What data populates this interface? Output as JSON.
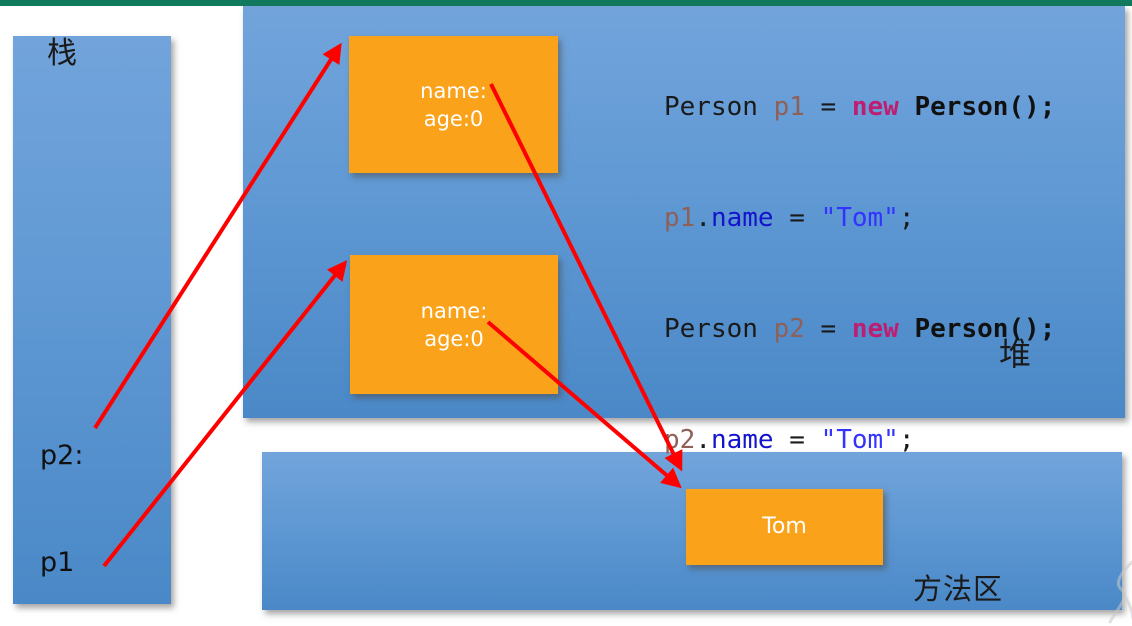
{
  "stack": {
    "label": "栈",
    "vars": [
      {
        "label": "p2:"
      },
      {
        "label": "p1"
      }
    ]
  },
  "heap": {
    "label": "堆"
  },
  "method_area": {
    "label": "方法区"
  },
  "objects": {
    "person1": {
      "name_line": "name:",
      "age_line": "age:0"
    },
    "person2": {
      "name_line": "name:",
      "age_line": "age:0"
    },
    "string_constant": {
      "value": "Tom"
    }
  },
  "code": {
    "lines": [
      {
        "tokens": [
          {
            "text": "Person "
          },
          {
            "text": "p1"
          },
          {
            "text": " = "
          },
          {
            "text": "new"
          },
          {
            "text": " Person();"
          }
        ]
      },
      {
        "tokens": [
          {
            "text": "p1"
          },
          {
            "text": "."
          },
          {
            "text": "name"
          },
          {
            "text": " = "
          },
          {
            "text": "\"Tom\""
          },
          {
            "text": ";"
          }
        ]
      },
      {
        "tokens": [
          {
            "text": "Person "
          },
          {
            "text": "p2"
          },
          {
            "text": " = "
          },
          {
            "text": "new"
          },
          {
            "text": " Person();"
          }
        ]
      },
      {
        "tokens": [
          {
            "text": "p2"
          },
          {
            "text": "."
          },
          {
            "text": "name"
          },
          {
            "text": " = "
          },
          {
            "text": "\"Tom\""
          },
          {
            "text": ";"
          }
        ]
      }
    ]
  },
  "colors": {
    "top_bar_green": "#11795c",
    "panel_blue_top": "#72a4db",
    "panel_blue_bottom": "#4a88c7",
    "object_orange": "#faa21a",
    "arrow_red": "#ff0000",
    "keyword_magenta": "#be1e72",
    "variable_brown": "#8f6057",
    "field_blue": "#1414cc",
    "string_blue": "#3333ff"
  }
}
